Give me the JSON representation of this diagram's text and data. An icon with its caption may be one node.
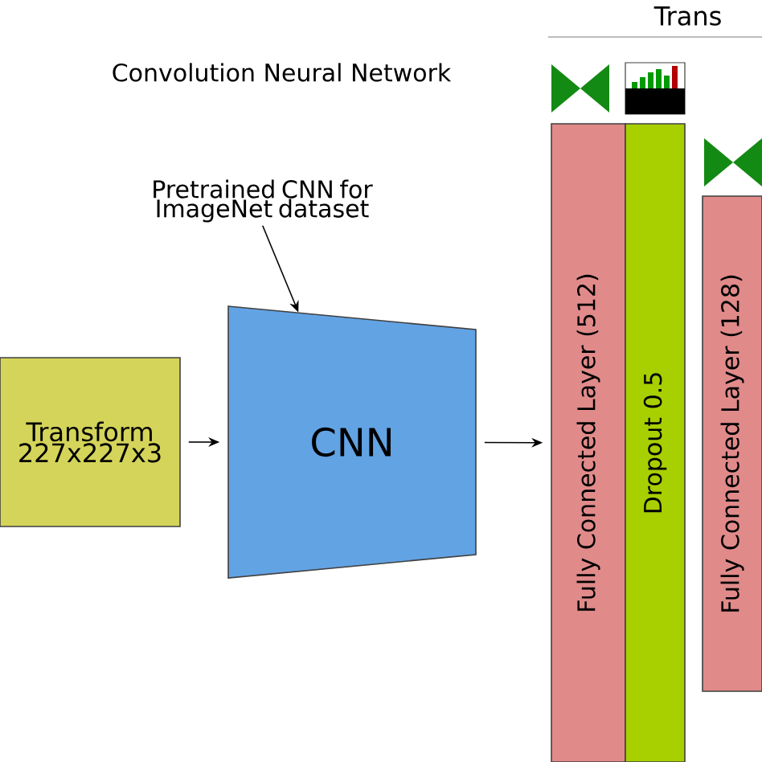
{
  "diagram": {
    "nodes": [
      {
        "text": [
          "Transform 227x227x3"
        ]
      },
      {
        "text": [
          "CNN"
        ]
      },
      {
        "text": [
          "Pretrained CNN for ImageNet dataset"
        ]
      },
      {
        "text": [
          "Fully Connected Layer (512)"
        ]
      },
      {
        "text": [
          "Dropout 0.5"
        ]
      },
      {
        "text": [
          "Fully Connected Layer (128)"
        ]
      }
    ],
    "edges": [
      {
        "from": 0,
        "to": 1,
        "arrow": "to"
      },
      {
        "from": 1,
        "to": 3,
        "arrow": "to"
      },
      {
        "from": 2,
        "to": 1,
        "arrow": "to"
      }
    ],
    "labels": [
      "Trans",
      "Convolution Neural Network"
    ]
  }
}
